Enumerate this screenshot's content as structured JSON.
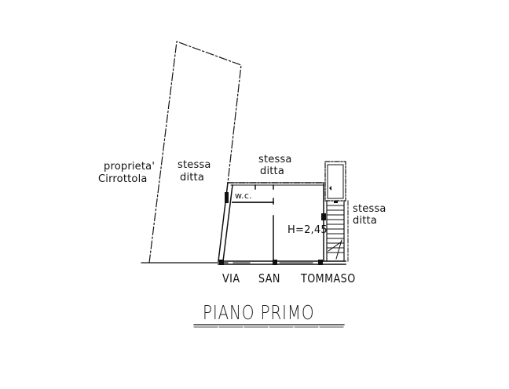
{
  "drawing": {
    "title": "PIANO   PRIMO",
    "street": [
      "VIA",
      "SAN",
      "TOMMASO"
    ],
    "labels": {
      "neighbor_line1": "proprieta'",
      "neighbor_line2": "Cirrottola",
      "same_company_left_1": "stessa",
      "same_company_left_2": "ditta",
      "same_company_top_1": "stessa",
      "same_company_top_2": "ditta",
      "same_company_right_1": "stessa",
      "same_company_right_2": "ditta",
      "wc": "w.c.",
      "height": "H=2,45"
    },
    "colors": {
      "ink": "#111111",
      "background": "#ffffff"
    }
  }
}
